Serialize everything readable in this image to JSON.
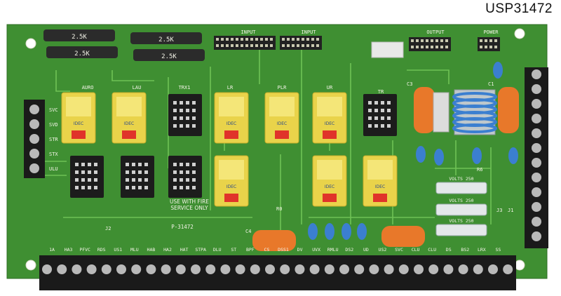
{
  "part_number": "USP31472",
  "colors": {
    "board": "#3f8f32",
    "trace": "#6fc255",
    "relay_yellow": "#e9d34a",
    "relay_red": "#e0332a",
    "capacitor_orange": "#e8782a",
    "terminal_black": "#1a1a1a",
    "coil_blue": "#3b7fd0"
  },
  "board": {
    "header_labels": {
      "input": "INPUT",
      "output": "OUTPUT",
      "power": "POWER"
    },
    "resistor_labels": [
      "2.5K",
      "2.5K",
      "2.5K",
      "2.5K"
    ],
    "relay_brand": "IDEC",
    "relay_labels": [
      "AURO",
      "LAU",
      "LR",
      "PLR",
      "UR",
      "TR"
    ],
    "socket_label": "TRX1",
    "service_note": [
      "USE WITH FIRE",
      "SERVICE ONLY"
    ],
    "board_code": "P-31472",
    "capacitor_labels": [
      "C3",
      "C4",
      "C1"
    ],
    "fuse_labels": [
      "VOLTS 250",
      "VOLTS 250",
      "VOLTS 250"
    ],
    "connector_labels": [
      "J2",
      "J3",
      "J1"
    ],
    "resistor_r0": "R0",
    "resistor_r6": "R6",
    "left_terminal_labels": [
      "SVC",
      "SVD",
      "STR",
      "STX",
      "ULU"
    ],
    "bottom_terminal_labels": [
      "1A",
      "HA3",
      "PFVC",
      "RDS",
      "US1",
      "MLU",
      "HAB",
      "HA2",
      "HAT",
      "STPA",
      "DLU",
      "ST",
      "BPF",
      "CS",
      "DSS1",
      "DV",
      "UVX",
      "RMLU",
      "DS2",
      "UD",
      "US2",
      "SVC",
      "CLU",
      "CLU",
      "DS",
      "BS2",
      "LRX",
      "SS"
    ]
  }
}
